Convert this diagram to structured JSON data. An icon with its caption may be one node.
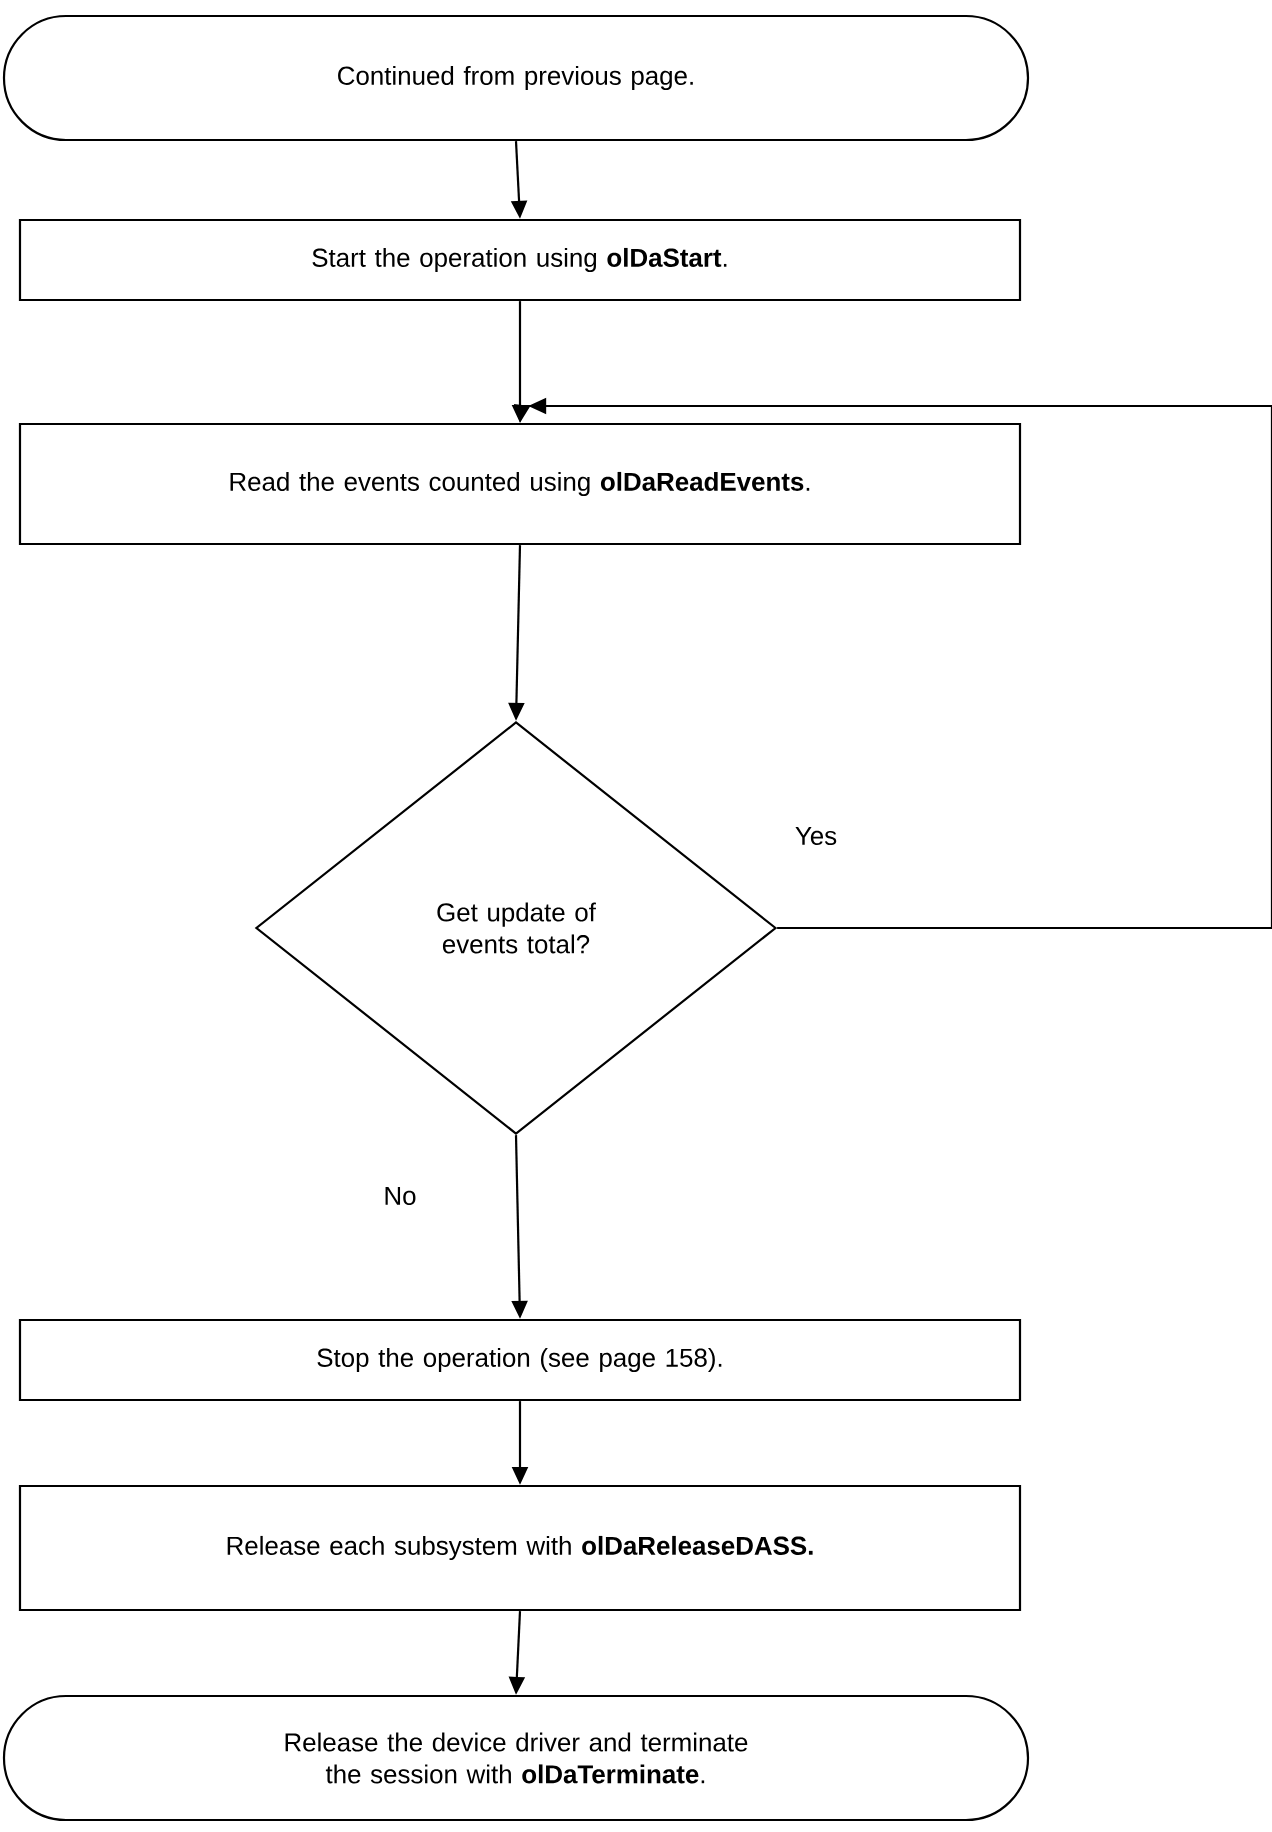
{
  "diagram": {
    "nodes": [
      {
        "text": [
          "Continued from previous page."
        ]
      },
      {
        "text": [
          "Start the operation using **olDaStart**."
        ]
      },
      {
        "text": [
          "Read the events counted using **olDaReadEvents**."
        ]
      },
      {
        "text": [
          "Get update of events total?"
        ]
      },
      {
        "text": [
          "Stop the operation (see page 158)."
        ]
      },
      {
        "text": [
          "Release each subsystem with **olDaReleaseDASS.**"
        ]
      },
      {
        "text": [
          "Release the device driver and terminate the session with **olDaTerminate**."
        ]
      }
    ],
    "edges": [
      {
        "from": 0,
        "to": 1,
        "arrow": "to"
      },
      {
        "from": 1,
        "to": 2,
        "arrow": "to"
      },
      {
        "from": 2,
        "to": 3,
        "arrow": "to"
      },
      {
        "from": 3,
        "to": 2,
        "arrow": "to",
        "label": "Yes"
      },
      {
        "from": 3,
        "to": 4,
        "arrow": "to",
        "label": "No"
      },
      {
        "from": 4,
        "to": 5,
        "arrow": "to"
      },
      {
        "from": 5,
        "to": 6,
        "arrow": "to"
      }
    ]
  }
}
